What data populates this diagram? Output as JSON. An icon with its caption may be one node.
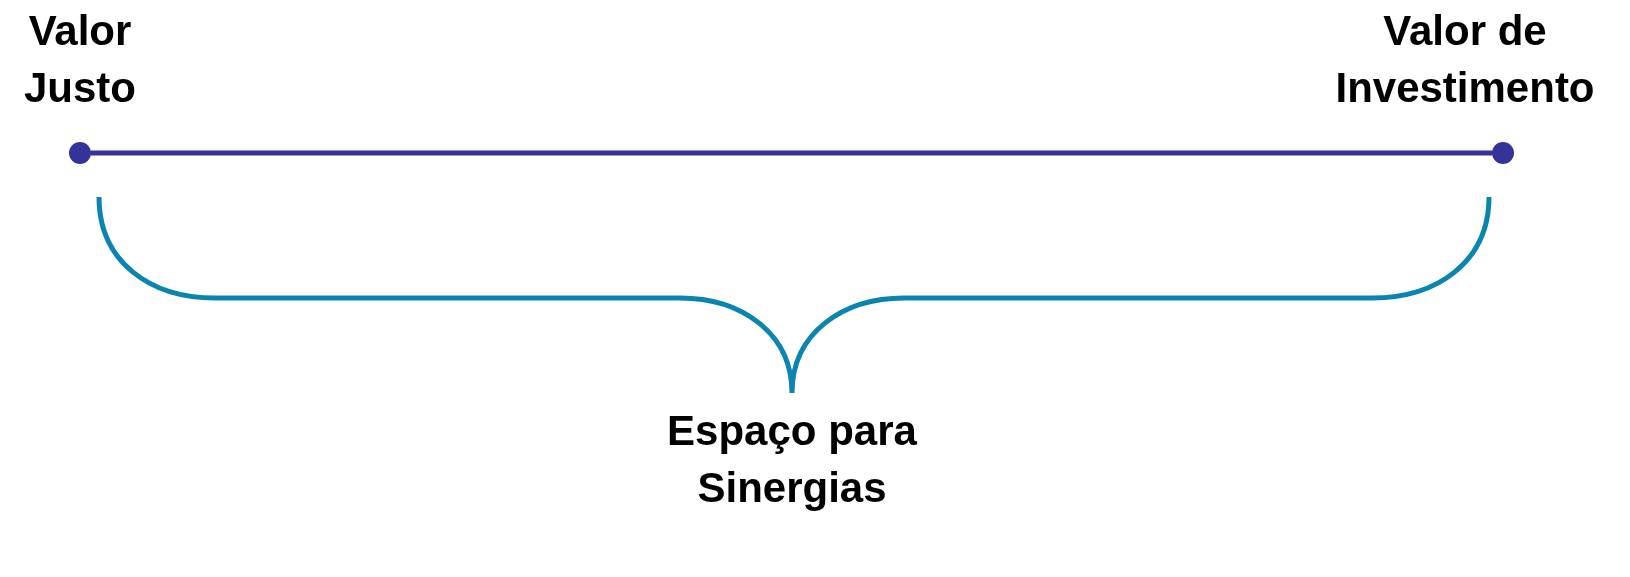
{
  "diagram": {
    "nodes": [
      {
        "text": [],
        "shape": "circle",
        "beside": [
          "Valor Justo"
        ]
      },
      {
        "text": [],
        "shape": "circle",
        "beside": [
          "Valor de Investimento"
        ]
      }
    ],
    "edges": [
      {
        "from": 0,
        "to": 1,
        "arrow": "none"
      }
    ],
    "labels": [
      "Espaço para Sinergias"
    ]
  }
}
